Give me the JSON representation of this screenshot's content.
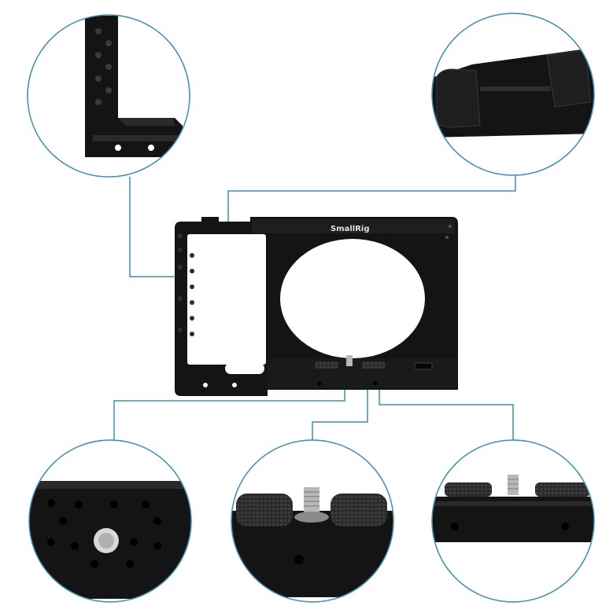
{
  "product": {
    "brand_text": "SmallRig"
  },
  "colors": {
    "background": "#ffffff",
    "metal": "#141414",
    "metal_highlight": "#3a3a3a",
    "callout_ring": "#3d8fb8",
    "pad": "#2c2c2c",
    "screw": "#b8b8b8"
  },
  "callouts": [
    {
      "name": "detail-left-side-plate",
      "shows": "side-plate"
    },
    {
      "name": "detail-cold-shoe",
      "shows": "cold-shoe"
    },
    {
      "name": "detail-bottom-threaded-holes",
      "shows": "bottom-holes"
    },
    {
      "name": "detail-quick-release-screw",
      "shows": "screw-pads"
    },
    {
      "name": "detail-base-plate-edge",
      "shows": "base-edge"
    }
  ]
}
